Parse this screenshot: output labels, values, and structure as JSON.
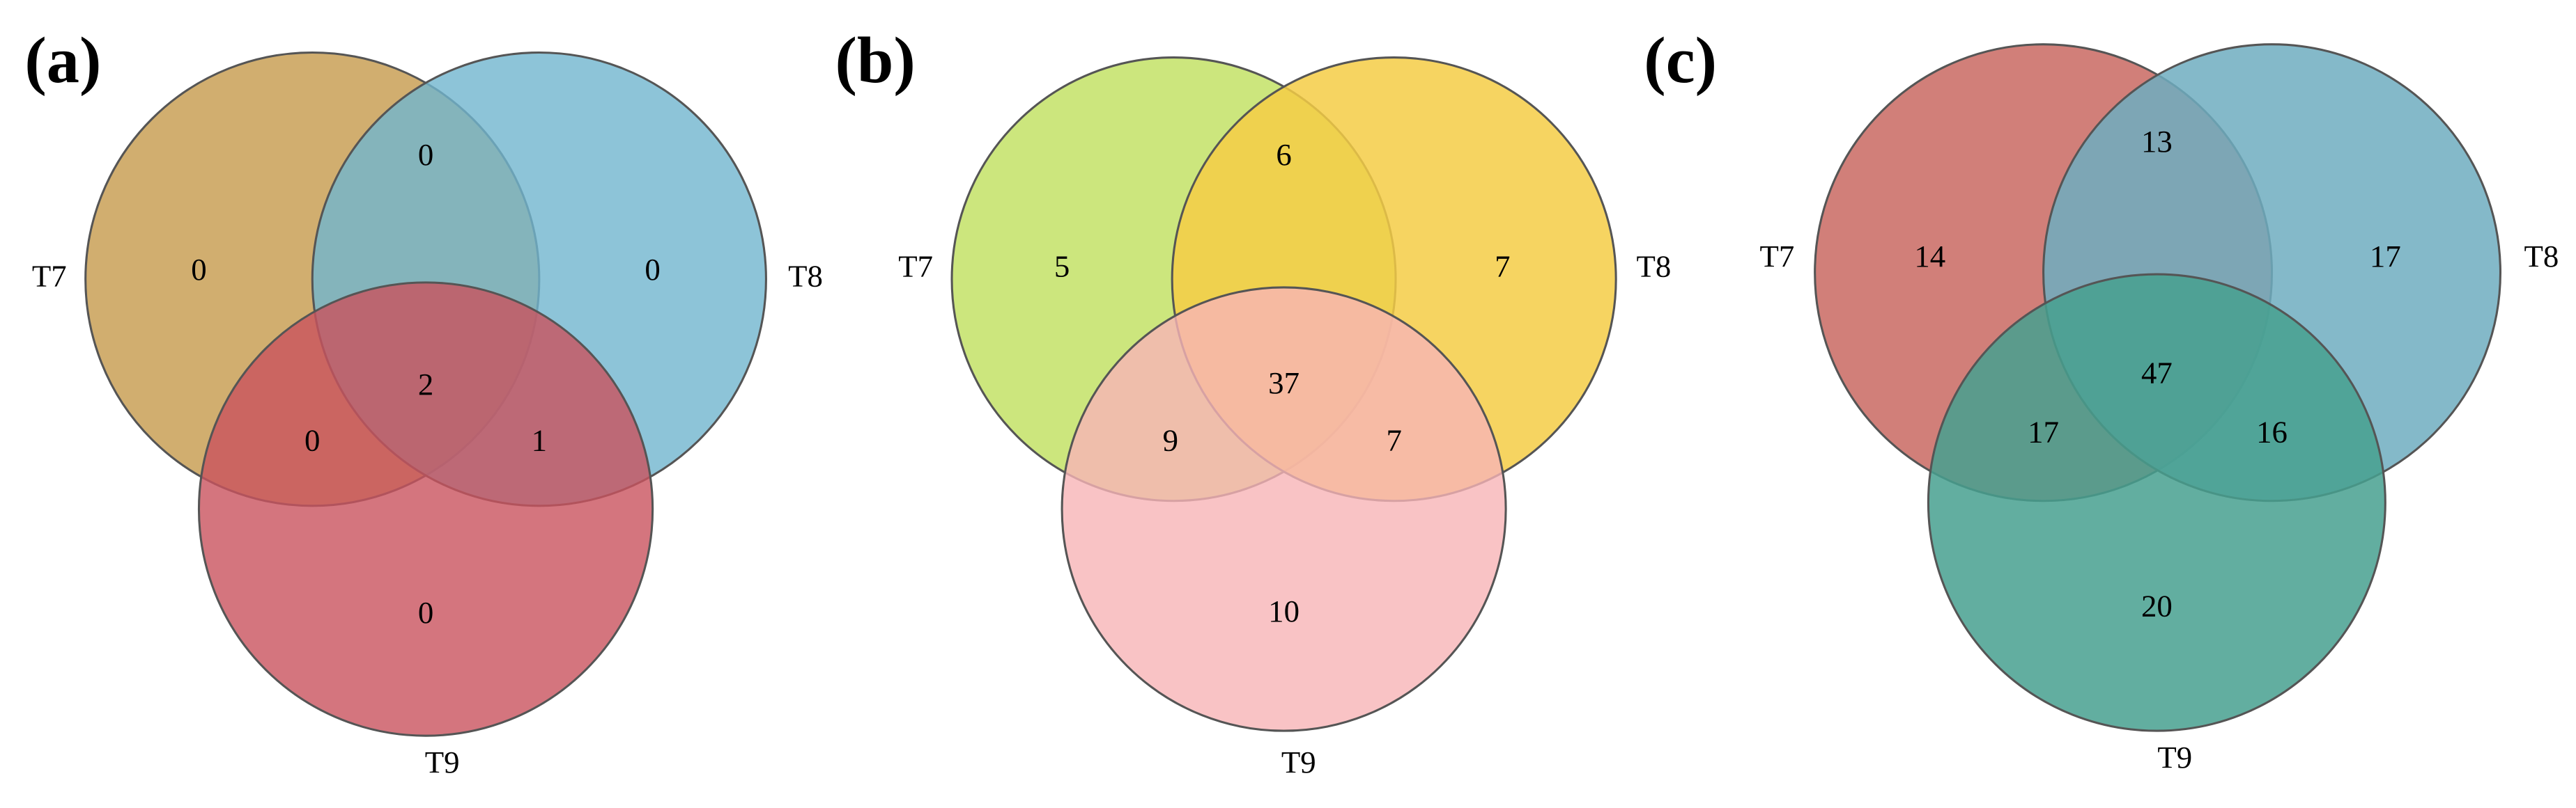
{
  "venns": [
    {
      "panel_label": "(a)",
      "sets": [
        {
          "name": "T7",
          "color": "#C9A056"
        },
        {
          "name": "T8",
          "color": "#70B5CE"
        },
        {
          "name": "T9",
          "color": "#C9535E"
        }
      ],
      "regions": {
        "T7_only": "0",
        "T8_only": "0",
        "T9_only": "0",
        "T7_T8": "0",
        "T7_T9": "0",
        "T8_T9": "1",
        "T7_T8_T9": "2"
      }
    },
    {
      "panel_label": "(b)",
      "sets": [
        {
          "name": "T7",
          "color": "#C3E266"
        },
        {
          "name": "T8",
          "color": "#F4CC45"
        },
        {
          "name": "T9",
          "color": "#F7B4B7"
        }
      ],
      "regions": {
        "T7_only": "5",
        "T8_only": "7",
        "T9_only": "10",
        "T7_T8": "6",
        "T7_T9": "9",
        "T8_T9": "7",
        "T7_T8_T9": "37"
      }
    },
    {
      "panel_label": "(c)",
      "sets": [
        {
          "name": "T7",
          "color": "#C65F57"
        },
        {
          "name": "T8",
          "color": "#6FADBF"
        },
        {
          "name": "T9",
          "color": "#46A08F"
        }
      ],
      "regions": {
        "T7_only": "14",
        "T8_only": "17",
        "T9_only": "20",
        "T7_T8": "13",
        "T7_T9": "17",
        "T8_T9": "16",
        "T7_T8_T9": "47"
      }
    }
  ]
}
